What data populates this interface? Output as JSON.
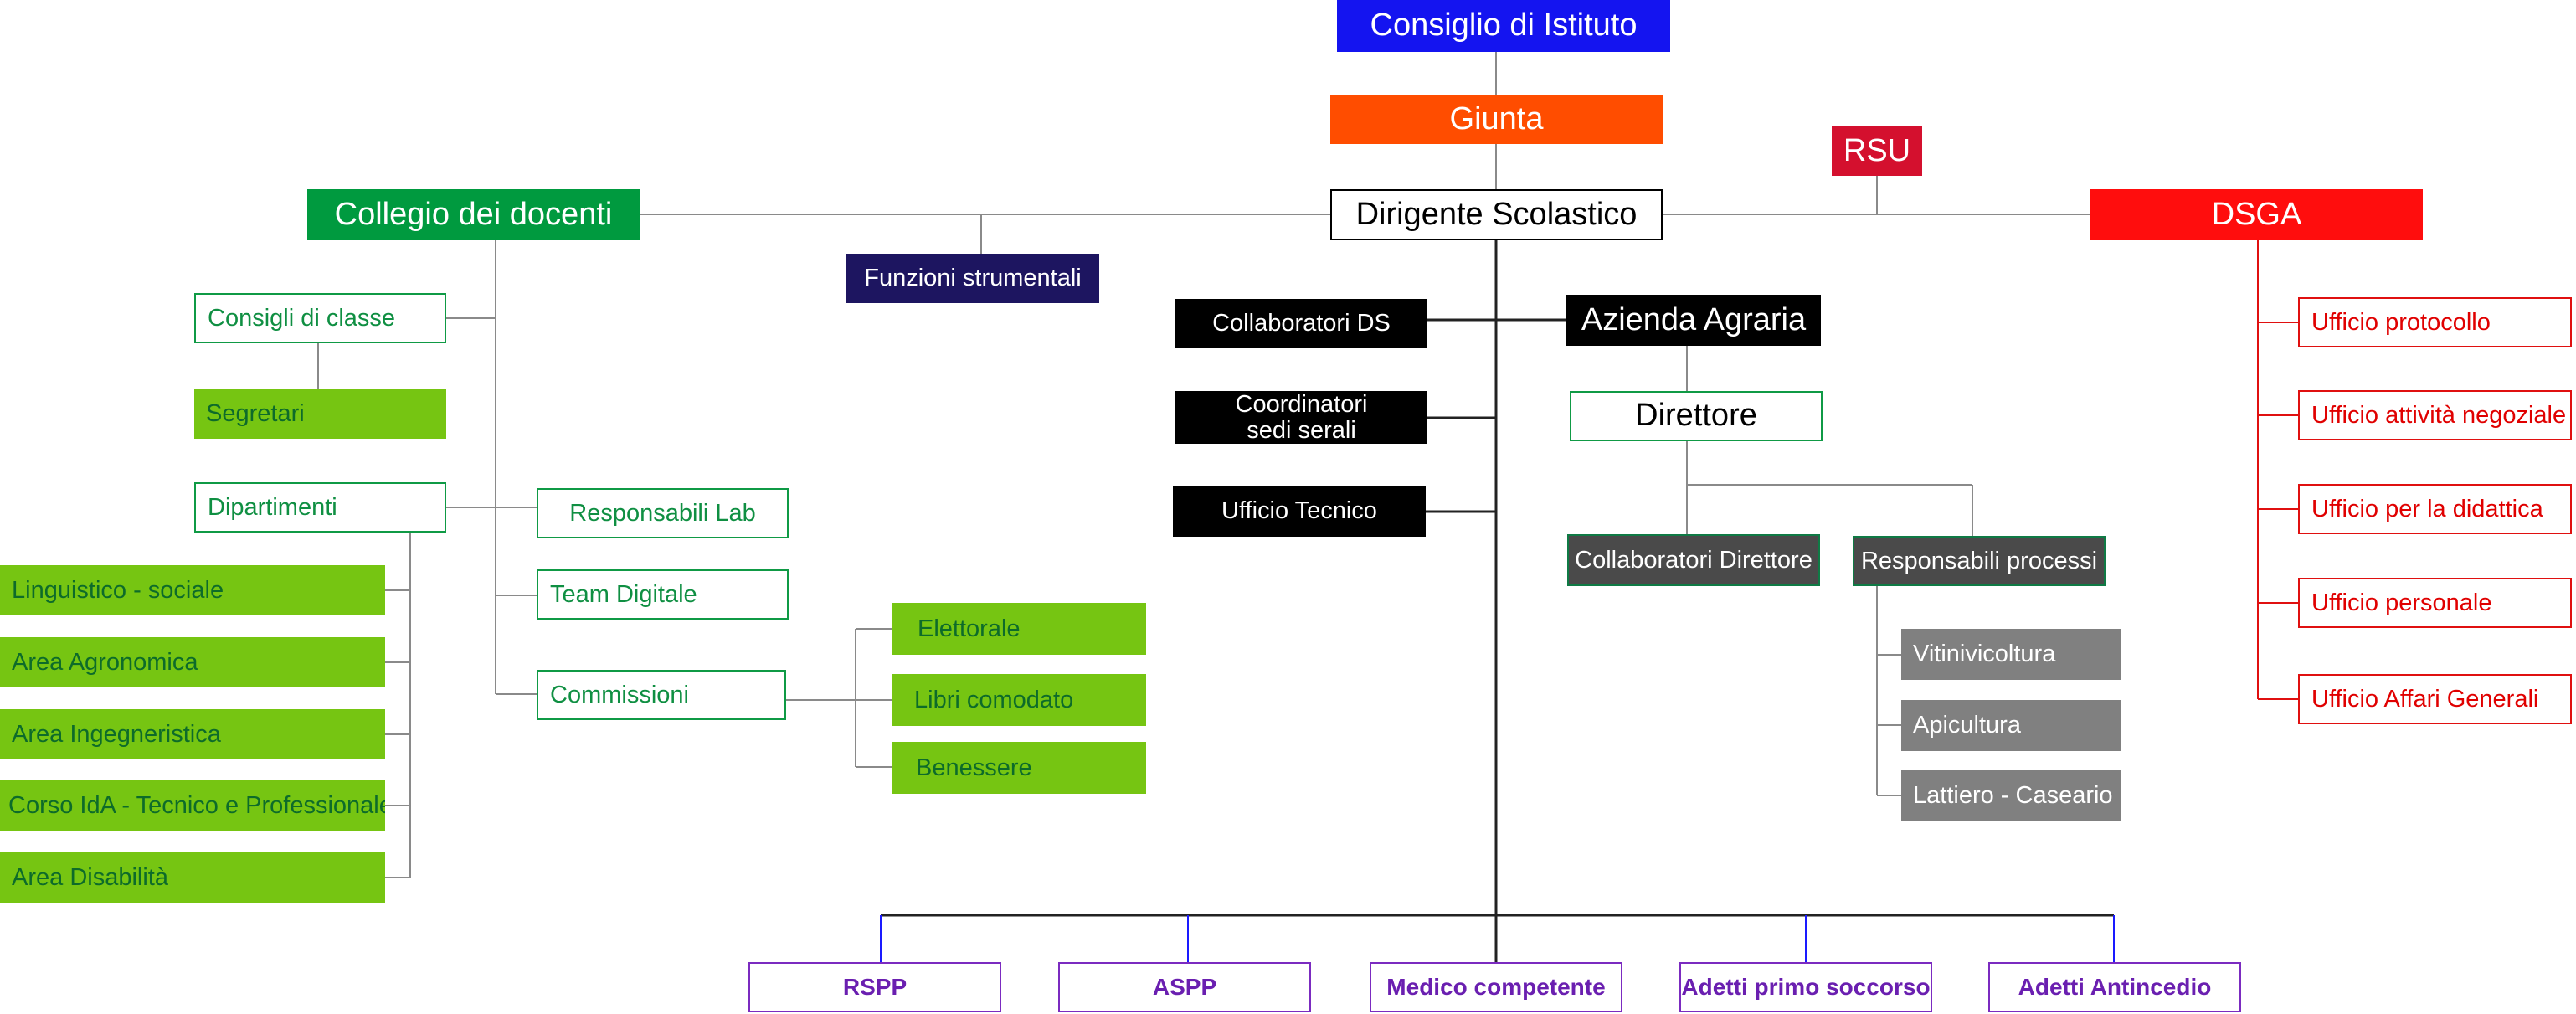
{
  "nodes": {
    "consiglio_istituto": "Consiglio di Istituto",
    "giunta": "Giunta",
    "rsu": "RSU",
    "collegio_docenti": "Collegio dei docenti",
    "dirigente": "Dirigente Scolastico",
    "dsga": "DSGA",
    "funzioni_strumentali": "Funzioni strumentali",
    "collaboratori_ds": "Collaboratori DS",
    "azienda_agraria": "Azienda Agraria",
    "coordinatori_line1": "Coordinatori",
    "coordinatori_line2": "sedi serali",
    "direttore": "Direttore",
    "ufficio_tecnico": "Ufficio Tecnico",
    "collaboratori_direttore": "Collaboratori Direttore",
    "responsabili_processi": "Responsabili processi",
    "consigli_classe": "Consigli di classe",
    "segretari": "Segretari",
    "dipartimenti": "Dipartimenti",
    "responsabili_lab": "Responsabili Lab",
    "team_digitale": "Team Digitale",
    "commissioni": "Commissioni"
  },
  "departments": [
    "Linguistico - sociale",
    "Area Agronomica",
    "Area Ingegneristica",
    "Corso IdA - Tecnico e Professionale",
    "Area Disabilità"
  ],
  "commissions": [
    "Elettorale",
    "Libri comodato",
    "Benessere"
  ],
  "processes": [
    "Vitinivicoltura",
    "Apicultura",
    "Lattiero - Caseario"
  ],
  "offices": [
    "Ufficio protocollo",
    "Ufficio attività negoziale",
    "Ufficio per la didattica",
    "Ufficio personale",
    "Ufficio Affari Generali"
  ],
  "safety": [
    "RSPP",
    "ASPP",
    "Medico competente",
    "Adetti primo soccorso",
    "Adetti Antincedio"
  ],
  "colors": {
    "consiglio": "#1414f0",
    "giunta": "#ff4d00",
    "rsu": "#d4102e",
    "dsga": "#ff0d0d",
    "collegio": "#009a3f",
    "funzioni": "#1d1560",
    "lime": "#76c512",
    "grey": "#808080",
    "purple": "#7b2bc0"
  }
}
